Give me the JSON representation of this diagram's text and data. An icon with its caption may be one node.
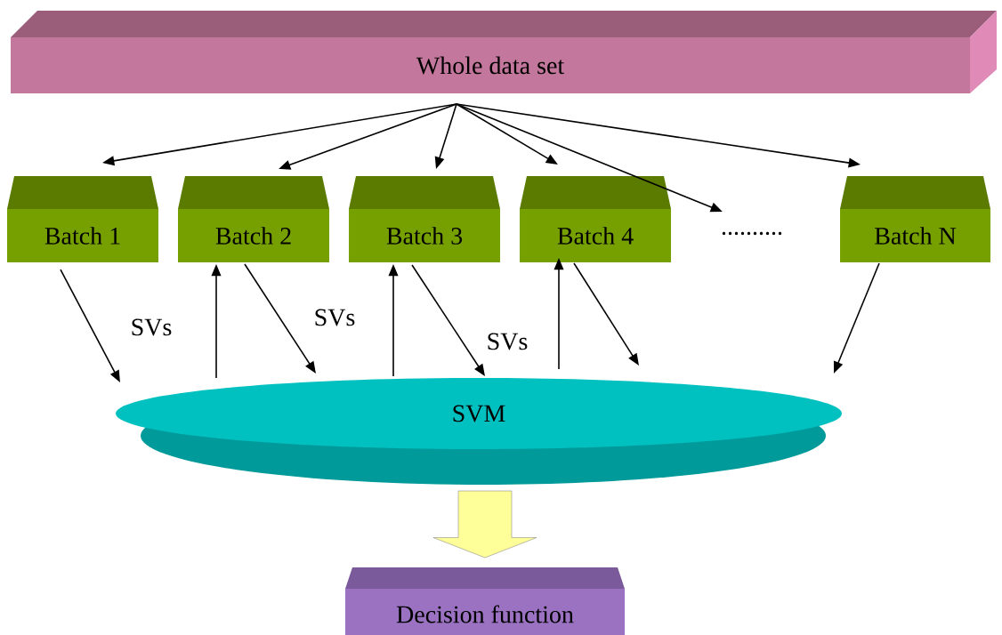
{
  "diagram": {
    "nodes": [
      {
        "text": [
          "Whole data set"
        ]
      },
      {
        "text": [
          "Batch 1"
        ]
      },
      {
        "text": [
          "Batch 2"
        ]
      },
      {
        "text": [
          "Batch 3"
        ]
      },
      {
        "text": [
          "Batch 4"
        ]
      },
      {
        "text": [
          ".........."
        ]
      },
      {
        "text": [
          "Batch N"
        ]
      },
      {
        "text": [
          "SVM"
        ]
      },
      {
        "text": [
          "Decision function"
        ]
      }
    ],
    "edges": [
      {
        "from": 0,
        "to": 1,
        "arrow": "to"
      },
      {
        "from": 0,
        "to": 2,
        "arrow": "to"
      },
      {
        "from": 0,
        "to": 3,
        "arrow": "to"
      },
      {
        "from": 0,
        "to": 4,
        "arrow": "to"
      },
      {
        "from": 0,
        "to": 5,
        "arrow": "to"
      },
      {
        "from": 0,
        "to": 6,
        "arrow": "to"
      },
      {
        "from": 1,
        "to": 7,
        "arrow": "to"
      },
      {
        "from": 7,
        "to": 2,
        "arrow": "to"
      },
      {
        "from": 2,
        "to": 7,
        "arrow": "to"
      },
      {
        "from": 7,
        "to": 3,
        "arrow": "to"
      },
      {
        "from": 3,
        "to": 7,
        "arrow": "to"
      },
      {
        "from": 7,
        "to": 4,
        "arrow": "to"
      },
      {
        "from": 4,
        "to": 7,
        "arrow": "to"
      },
      {
        "from": 6,
        "to": 7,
        "arrow": "to"
      },
      {
        "from": 7,
        "to": 8,
        "arrow": "to",
        "style": "thick",
        "color": "#ffff99"
      }
    ],
    "labels": [
      "SVs",
      "SVs",
      "SVs"
    ]
  }
}
